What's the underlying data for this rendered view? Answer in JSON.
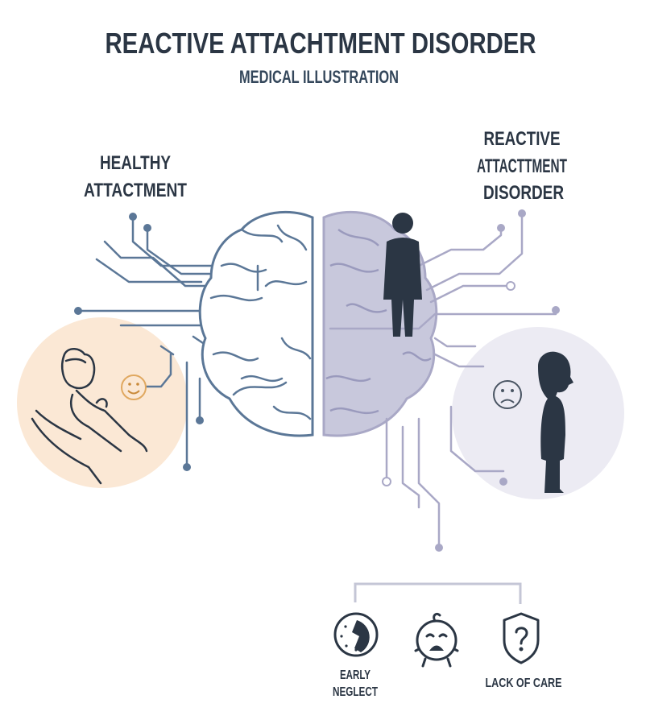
{
  "header": {
    "title": "REACTIVE ATTACHTMENT DISORDER",
    "subtitle": "MEDICAL ILLUSTRATION"
  },
  "left_label": {
    "line1": "HEALTHY",
    "line2": "ATTACTMENT"
  },
  "right_label": {
    "line1": "REACTIVE",
    "line2": "ATTACTTMENT",
    "line3": "DISORDER"
  },
  "factors": [
    {
      "icon": "broken-clock-icon",
      "line1": "EARLY",
      "line2": "NEGLECT"
    },
    {
      "icon": "crying-baby-icon"
    },
    {
      "icon": "shield-question-icon",
      "label": "LACK OF CARE"
    }
  ],
  "colors": {
    "dark": "#2b3644",
    "healthy_lines": "#5b7797",
    "disorder_lines": "#a9a8c6",
    "healthy_bg": "#fbe8d5",
    "disorder_bg": "#ecebf3",
    "disorder_brain": "#c8c8dc"
  }
}
